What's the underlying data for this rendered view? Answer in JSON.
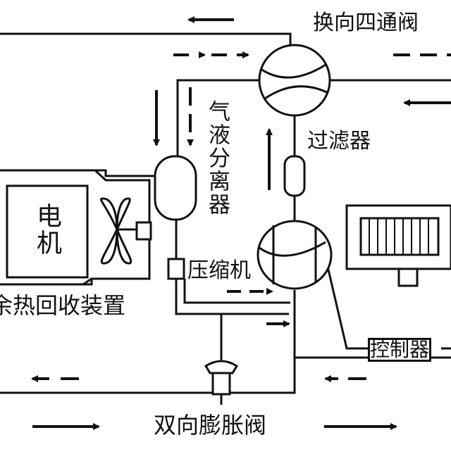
{
  "labels": {
    "reversing_valve": "换向四通阀",
    "filter": "过滤器",
    "gas_liquid_separator": "气液分离器",
    "compressor": "压缩机",
    "motor": "电机",
    "waste_heat_recovery": "余热回收装置",
    "controller": "控制器",
    "expansion_valve": "双向膨胀阀"
  },
  "colors": {
    "line": "#111111",
    "background": "#ffffff"
  }
}
